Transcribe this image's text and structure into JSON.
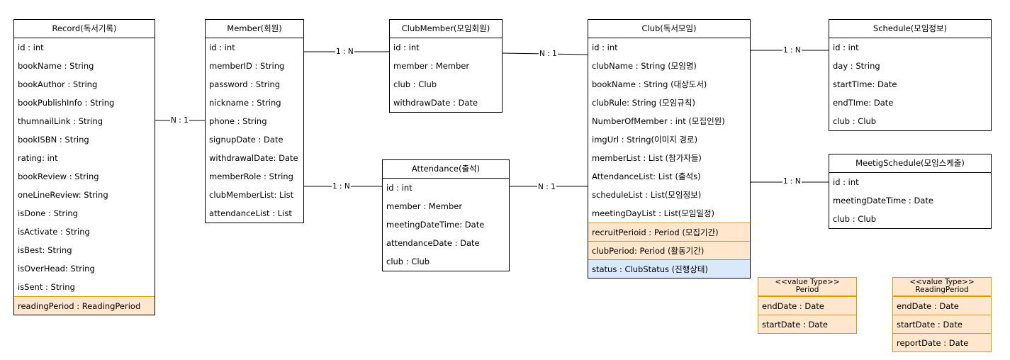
{
  "entities": {
    "record": {
      "title": "Record(독서기록)",
      "fields": [
        "id : int",
        "bookName : String",
        "bookAuthor : String",
        "bookPublishInfo : String",
        "thumnailLink : String",
        "bookISBN : String",
        "rating: int",
        "bookReview : String",
        "oneLineReview: String",
        "isDone : String",
        "isActivate : String",
        "isBest: String",
        "isOverHead: String",
        "isSent : String"
      ],
      "highlighted_fields": [
        "readingPeriod : ReadingPeriod"
      ]
    },
    "member": {
      "title": "Member(회원)",
      "fields": [
        "id : int",
        "memberID : String",
        "password : String",
        "nickname : String",
        "phone : String",
        "signupDate : Date",
        "withdrawalDate: Date",
        "memberRole : String",
        "clubMemberList: List",
        "attendanceList : List"
      ]
    },
    "club_member": {
      "title": "ClubMember(모임회원)",
      "fields": [
        "id : int",
        "member : Member",
        "club : Club",
        "withdrawDate : Date"
      ]
    },
    "attendance": {
      "title": "Attendance(출석)",
      "fields": [
        "id : int",
        "member : Member",
        "meetingDateTime: Date",
        "attendanceDate : Date",
        "club : Club"
      ]
    },
    "club": {
      "title": "Club(독서모임)",
      "fields": [
        "id : int",
        "clubName : String (모임명)",
        "bookName  : String (대상도서)",
        "clubRule: String (모임규칙)",
        "NumberOfMember : int (모집인원)",
        "imgUrl : String(이미지 경로)",
        "memberList : List (참가자들)",
        "AttendanceList: List (출석s)",
        "scheduleList : List(모임정보)",
        "meetingDayList : List(모임일정)"
      ],
      "highlighted_fields": [
        "recruitPerioid : Period (모집기간)",
        "clubPeriod: Period (활동기간)"
      ],
      "status_field": "status : ClubStatus (진행상태)"
    },
    "schedule": {
      "title": "Schedule(모임정보)",
      "fields": [
        "id : int",
        "day : String",
        "startTIme: Date",
        "endTIme: Date",
        "club : Club"
      ]
    },
    "meeting_schedule": {
      "title": "MeetigSchedule(모임스케줄)",
      "fields": [
        "id : int",
        "meetingDateTime : Date",
        "club : Club"
      ]
    },
    "period": {
      "stereotype": "<<value Type>>",
      "title": "Period",
      "fields": [
        "endDate : Date",
        "startDate : Date"
      ]
    },
    "reading_period": {
      "stereotype": "<<value Type>>",
      "title": "ReadingPeriod",
      "fields": [
        "endDate : Date",
        "startDate : Date",
        "reportDate : Date"
      ]
    }
  },
  "relations": {
    "record_member": "N : 1",
    "member_clubmember": "1 : N",
    "clubmember_club": "N : 1",
    "member_attendance": "1 : N",
    "attendance_club": "N : 1",
    "club_schedule": "1 : N",
    "club_meetingschedule": "1 : N"
  },
  "colors": {
    "value_fill": "#ffe6cc",
    "value_stroke": "#d79b00",
    "status_fill": "#dae8fc",
    "status_stroke": "#6c8ebf"
  }
}
